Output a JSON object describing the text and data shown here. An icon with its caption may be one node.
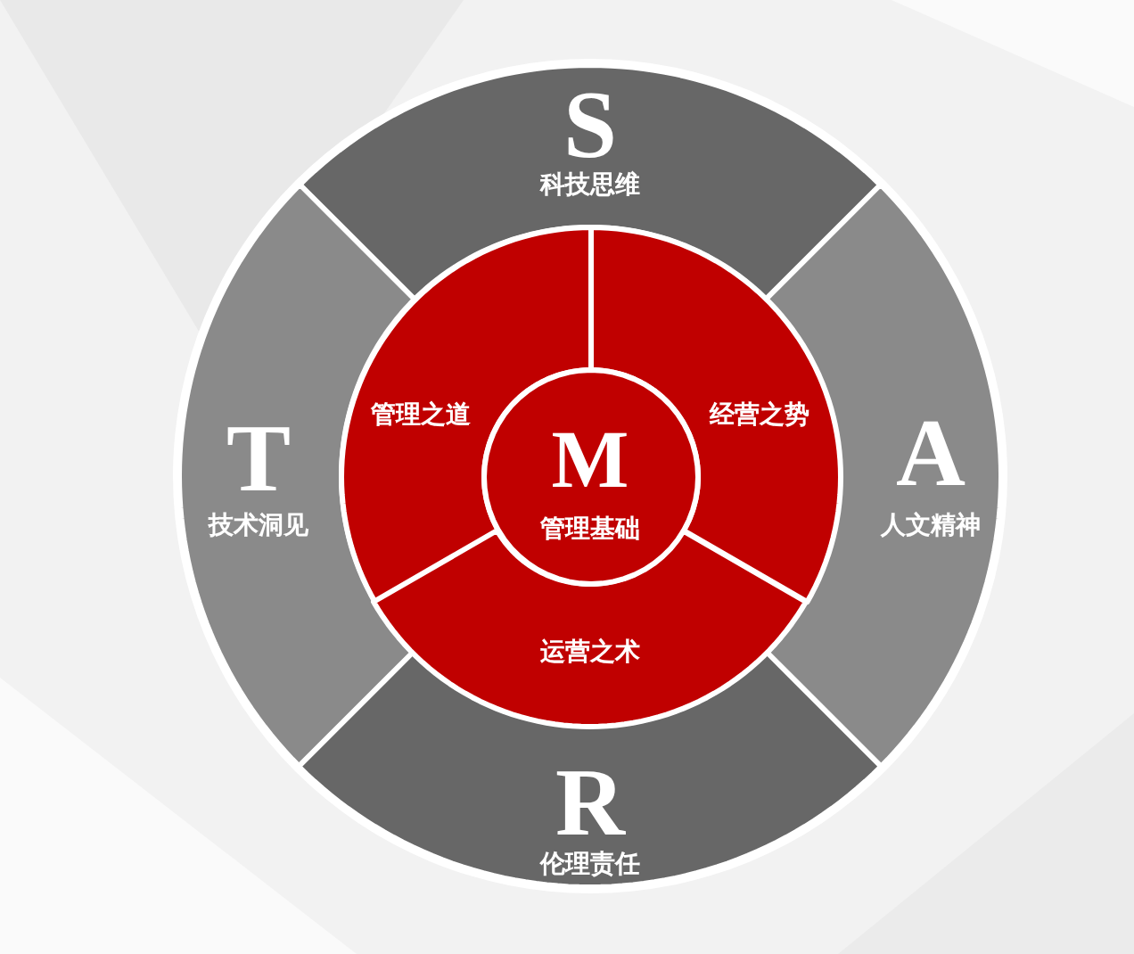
{
  "diagram": {
    "nodes": [
      {
        "text": [
          "S",
          "科技思维"
        ]
      },
      {
        "text": [
          "T",
          "技术洞见"
        ]
      },
      {
        "text": [
          "A",
          "人文精神"
        ]
      },
      {
        "text": [
          "R",
          "伦理责任"
        ]
      },
      {
        "text": [
          "管理之道"
        ]
      },
      {
        "text": [
          "经营之势"
        ]
      },
      {
        "text": [
          "运营之术"
        ]
      },
      {
        "text": [
          "M",
          "管理基础"
        ]
      }
    ]
  }
}
